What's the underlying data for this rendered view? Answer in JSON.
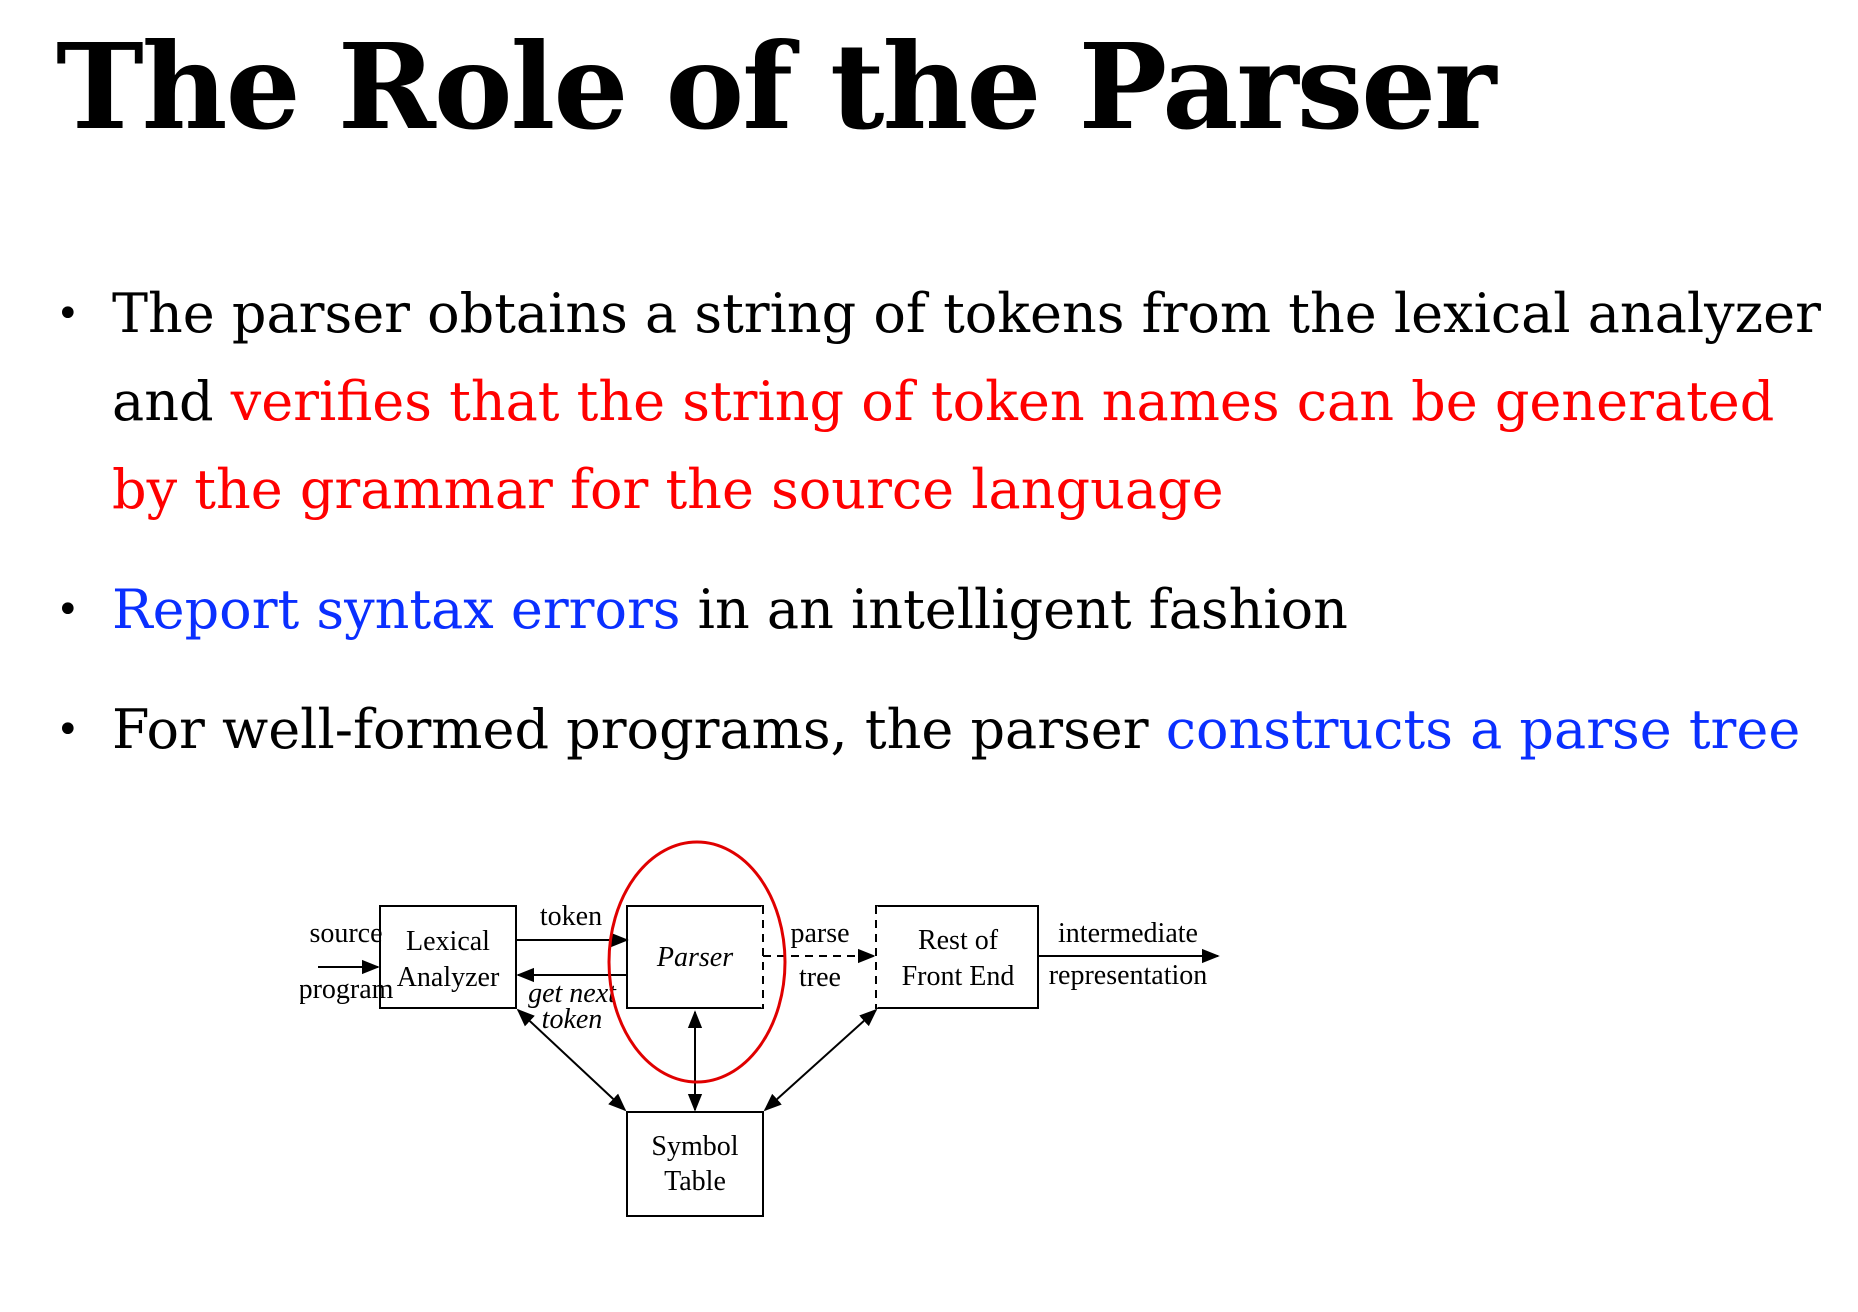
{
  "title": "The Role of the Parser",
  "bullets": [
    {
      "marker": "•",
      "segments": [
        {
          "text": "The parser obtains a string of tokens from the lexical analyzer and ",
          "color": "#000000"
        },
        {
          "text": "verifies that the string of token names can be generated by the grammar for the source language",
          "color": "#ff0000"
        }
      ]
    },
    {
      "marker": "•",
      "segments": [
        {
          "text": "Report syntax errors",
          "color": "#0a2fff"
        },
        {
          "text": " in an intelligent fashion",
          "color": "#000000"
        }
      ]
    },
    {
      "marker": "•",
      "segments": [
        {
          "text": "For well-formed programs, the parser ",
          "color": "#000000"
        },
        {
          "text": "constructs a parse tree",
          "color": "#0a2fff"
        }
      ]
    }
  ],
  "diagram": {
    "source_label_1": "source",
    "source_label_2": "program",
    "lexical_1": "Lexical",
    "lexical_2": "Analyzer",
    "token_label": "token",
    "get_next_1": "get next",
    "get_next_2": "token",
    "parser": "Parser",
    "parse_tree_1": "parse",
    "parse_tree_2": "tree",
    "rest_1": "Rest of",
    "rest_2": "Front End",
    "intermediate_1": "intermediate",
    "intermediate_2": "representation",
    "symbol_1": "Symbol",
    "symbol_2": "Table",
    "highlight_color": "#e00000"
  }
}
